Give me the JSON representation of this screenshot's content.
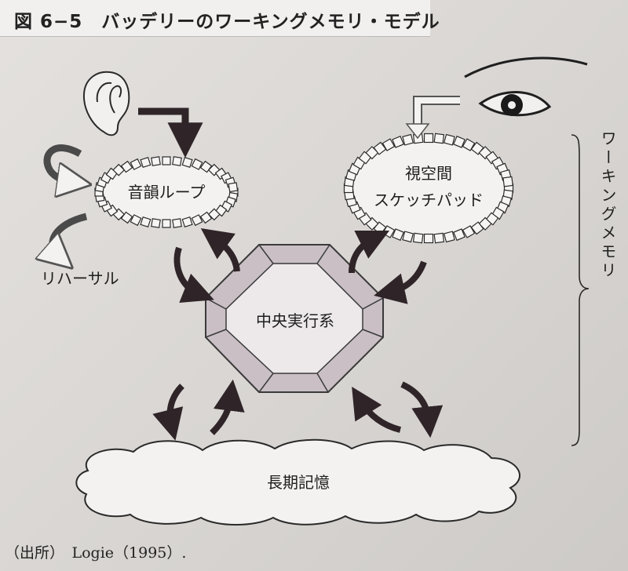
{
  "figure": {
    "title": "図 6−5　バッデリーのワーキングメモリ・モデル",
    "caption": "（出所）　Logie（1995）."
  },
  "components": {
    "phonological_loop": "音韻ループ",
    "visuospatial_line1": "視空間",
    "visuospatial_line2": "スケッチパッド",
    "central_executive": "中央実行系",
    "long_term_memory": "長期記憶",
    "rehearsal": "リハーサル",
    "working_memory": "ワーキングメモリ"
  },
  "icons": {
    "ear": "ear-icon",
    "eye": "eye-icon"
  },
  "colors": {
    "octagon_fill": "#c9bfc4",
    "octagon_inner": "#ede9ea",
    "arrow": "#2f2528"
  }
}
